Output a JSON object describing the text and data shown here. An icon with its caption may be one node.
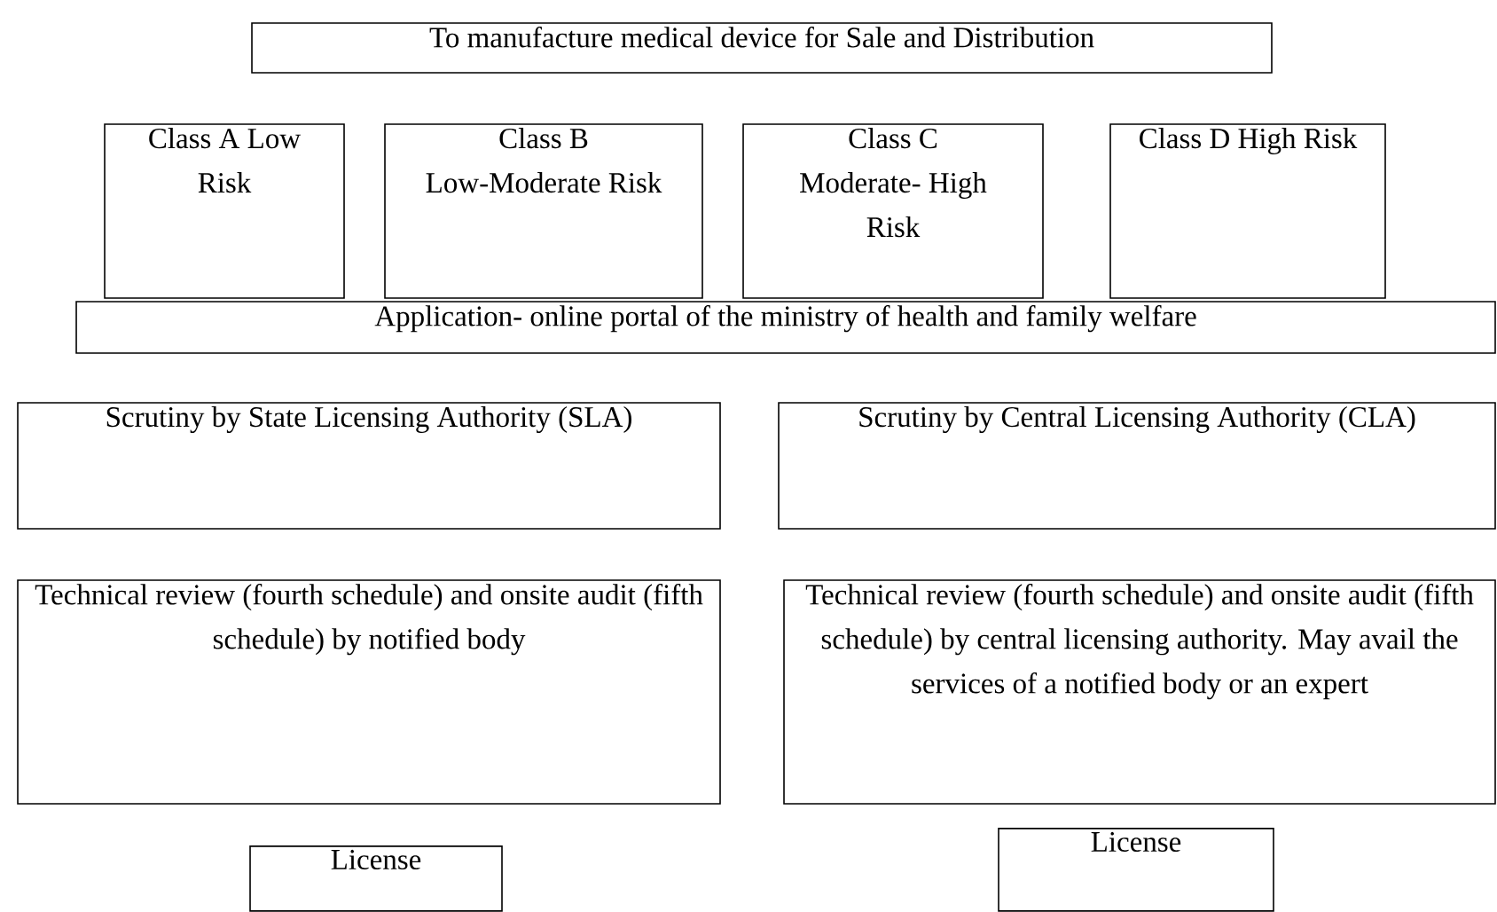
{
  "diagram": {
    "nodes": [
      {
        "text": [
          "To manufacture medical device for Sale and Distribution"
        ]
      },
      {
        "text": [
          "Class A Low Risk"
        ]
      },
      {
        "text": [
          "Class B Low-Moderate Risk"
        ]
      },
      {
        "text": [
          "Class C Moderate- High Risk"
        ]
      },
      {
        "text": [
          "Class D High Risk"
        ]
      },
      {
        "text": [
          "Application- online portal of the ministry of health and family welfare"
        ]
      },
      {
        "text": [
          "Scrutiny by State Licensing Authority (SLA)"
        ]
      },
      {
        "text": [
          "Scrutiny by Central Licensing Authority (CLA)"
        ]
      },
      {
        "text": [
          "Technical review (fourth schedule) and onsite audit (fifth schedule) by notified body"
        ]
      },
      {
        "text": [
          "Technical review (fourth schedule) and onsite audit (fifth schedule) by central licensing authority. May avail the services of a notified body or an expert"
        ]
      },
      {
        "text": [
          "License"
        ]
      },
      {
        "text": [
          "License"
        ]
      }
    ]
  }
}
